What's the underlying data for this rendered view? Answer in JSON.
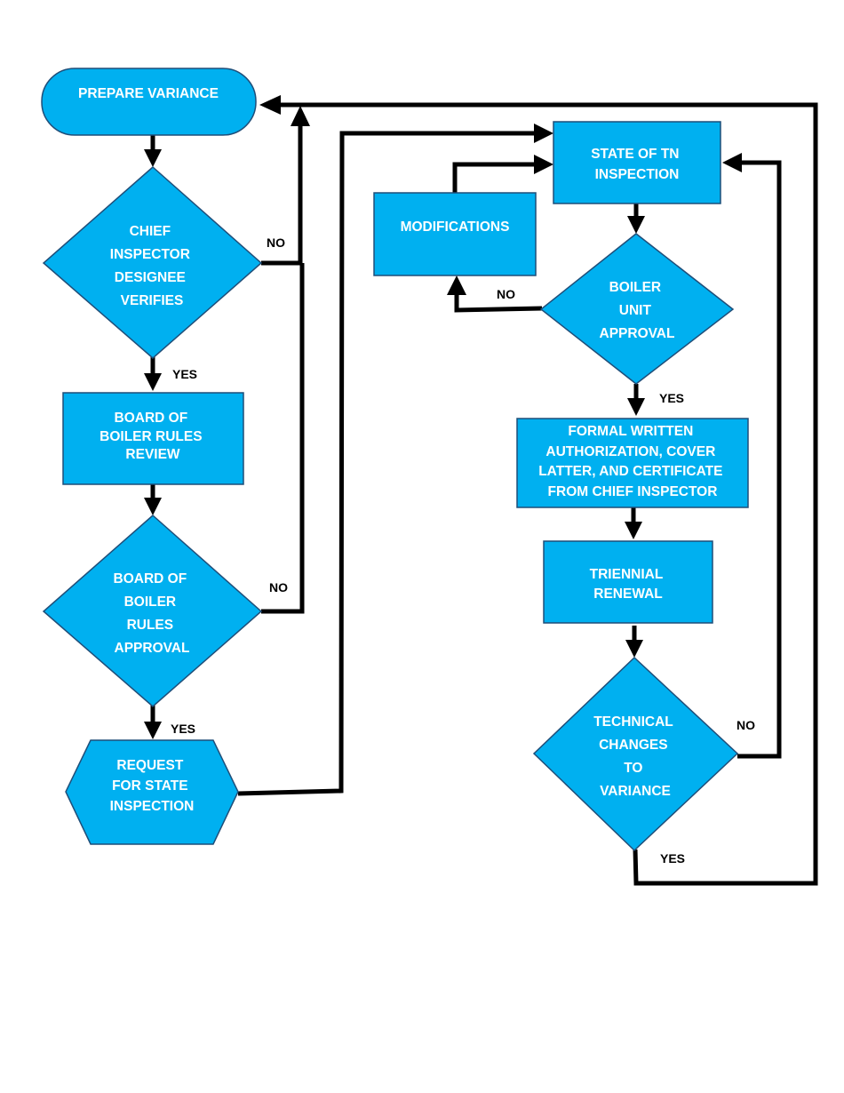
{
  "nodes": {
    "prepare_variance": [
      "PREPARE VARIANCE"
    ],
    "chief_inspector": [
      "CHIEF",
      "INSPECTOR",
      "DESIGNEE",
      "VERIFIES"
    ],
    "board_review": [
      "BOARD OF",
      "BOILER RULES",
      "REVIEW"
    ],
    "board_approval": [
      "BOARD OF",
      "BOILER",
      "RULES",
      "APPROVAL"
    ],
    "request_inspection": [
      "REQUEST",
      "FOR STATE",
      "INSPECTION"
    ],
    "state_inspection": [
      "STATE OF TN",
      "INSPECTION"
    ],
    "modifications": [
      "MODIFICATIONS"
    ],
    "boiler_unit_approval": [
      "BOILER",
      "UNIT",
      "APPROVAL"
    ],
    "formal_authorization": [
      "FORMAL WRITTEN",
      "AUTHORIZATION, COVER",
      "LATTER, AND CERTIFICATE",
      "FROM CHIEF INSPECTOR"
    ],
    "triennial_renewal": [
      "TRIENNIAL",
      "RENEWAL"
    ],
    "technical_changes": [
      "TECHNICAL",
      "CHANGES",
      "TO",
      "VARIANCE"
    ]
  },
  "edge_labels": {
    "chief_no": "NO",
    "chief_yes": "YES",
    "approval_no": "NO",
    "approval_yes": "YES",
    "boiler_no": "NO",
    "boiler_yes": "YES",
    "technical_no": "NO",
    "technical_yes": "YES"
  },
  "colors": {
    "node_fill": "#00b0f0",
    "node_border": "#1f4e79",
    "text": "#ffffff",
    "connector": "#000000"
  }
}
